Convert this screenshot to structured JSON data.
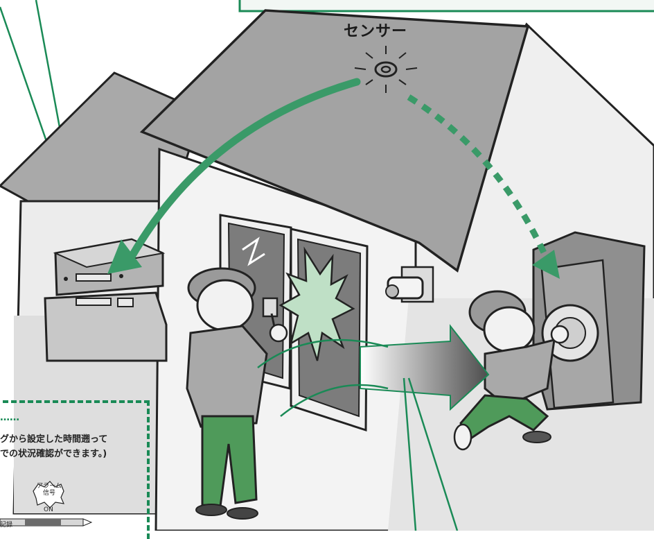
{
  "sensor": {
    "label": "センサー"
  },
  "callout": {
    "heading": "……",
    "line1": "グから設定した時間遡って",
    "line2": "での状況確認ができます。)",
    "alarm_badge_line1": "アラーム",
    "alarm_badge_line2": "信号",
    "alarm_on": "ON",
    "record_label": "記録"
  },
  "colors": {
    "accent_green": "#1a8a56",
    "arrow_green": "#3a9a68",
    "roof_gray": "#a7a7a7",
    "wall_light": "#e9e9e9",
    "shirt_gray": "#a9a9a9",
    "pants_green": "#4f9a5a",
    "window_glass": "#8a8a8a",
    "impact_green": "#b7dcc0"
  }
}
